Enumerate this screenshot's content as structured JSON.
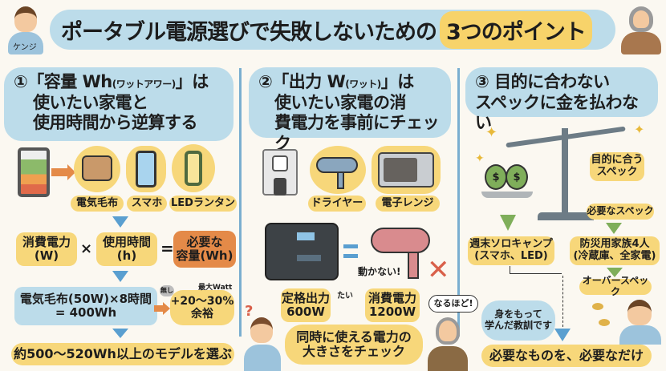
{
  "title": {
    "main": "ポータブル電源選びで失敗しないための",
    "highlight": "3つのポイント"
  },
  "characters": {
    "left_name": "ケンジ"
  },
  "point1": {
    "heading_num": "①",
    "heading_l1a": "「容量 Wh",
    "heading_l1b": "(ワットアワー)",
    "heading_l1c": "」は",
    "heading_l2": "使いたい家電と",
    "heading_l3": "使用時間から逆算する",
    "devices": [
      "電気毛布",
      "スマホ",
      "LEDランタン"
    ],
    "formula": {
      "a1": "消費電力",
      "a2": "(W)",
      "times": "×",
      "b1": "使用時間",
      "b2": "(h)",
      "eq": "=",
      "c1": "必要な",
      "c2": "容量(Wh)"
    },
    "example": {
      "l1": "電気毛布(50W)×8時間",
      "l2": "= 400Wh"
    },
    "margin": {
      "badge": "無し",
      "note": "最大Watt",
      "l1": "+20〜30%",
      "l2": "余裕"
    },
    "result": "約500〜520Wh以上のモデルを選ぶ"
  },
  "point2": {
    "heading_num": "②",
    "heading_l1a": "「出力 W",
    "heading_l1b": "(ワット)",
    "heading_l1c": "」は",
    "heading_l2": "使いたい家電の消",
    "heading_l3": "費電力を事前にチェック",
    "devices": [
      "ドライヤー",
      "電子レンジ"
    ],
    "fail_text": "動かない!",
    "rated": {
      "l1": "定格出力",
      "l2": "600W"
    },
    "stray": "たい",
    "consumption": {
      "l1": "消費電力",
      "l2": "1200W"
    },
    "speech": {
      "l1": "同時に使える電力の",
      "l2": "大きさをチェック"
    },
    "reaction": "なるほど!"
  },
  "point3": {
    "heading_num": "③",
    "heading_l1": "目的に合わない",
    "heading_l2": "スペックに金を払わない",
    "fit_spec": {
      "l1": "目的に合う",
      "l2": "スペック"
    },
    "needed_spec": "必要なスペック",
    "case_a": {
      "l1": "週末ソロキャンプ",
      "l2": "(スマホ、LED)"
    },
    "case_b": {
      "l1": "防災用家族4人",
      "l2": "(冷蔵庫、全家電)"
    },
    "over_spec": "オーバースペック",
    "lesson": {
      "l1": "身をもって",
      "l2": "学んだ教訓です"
    },
    "conclusion": "必要なものを、必要なだけ"
  },
  "colors": {
    "blue": "#bcdcea",
    "yellow": "#f7d77a",
    "orange": "#e48a48",
    "green": "#7fae5a",
    "divider": "#7aaed0",
    "red": "#d9604a"
  }
}
